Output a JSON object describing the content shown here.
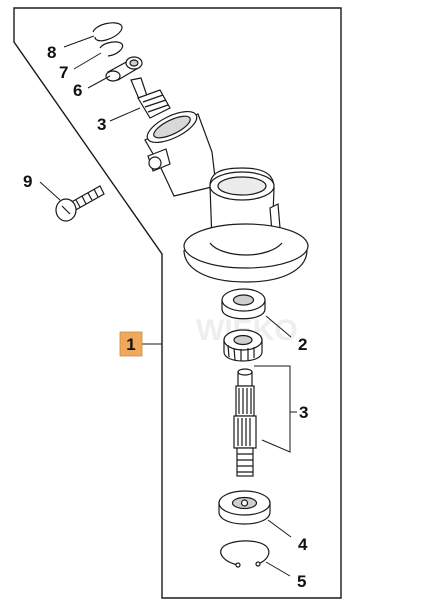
{
  "diagram": {
    "assembly_label": "1",
    "watermark": "WIEKO",
    "colors": {
      "assembly_badge": "#f0a95a",
      "line": "#1a1a1a",
      "part_fill": "#ffffff",
      "part_shade": "#cfcfcf"
    },
    "callouts": [
      {
        "id": "callout-8",
        "number": "8",
        "part": "circlip"
      },
      {
        "id": "callout-7",
        "number": "7",
        "part": "circlip"
      },
      {
        "id": "callout-6",
        "number": "6",
        "part": "ball-bearing"
      },
      {
        "id": "callout-3-top",
        "number": "3",
        "part": "bevel-pinion"
      },
      {
        "id": "callout-9",
        "number": "9",
        "part": "screw"
      },
      {
        "id": "callout-2",
        "number": "2",
        "part": "ball-bearing"
      },
      {
        "id": "callout-3-bottom",
        "number": "3",
        "part": "gear-and-shaft"
      },
      {
        "id": "callout-4",
        "number": "4",
        "part": "ball-bearing"
      },
      {
        "id": "callout-5",
        "number": "5",
        "part": "circlip"
      }
    ]
  }
}
